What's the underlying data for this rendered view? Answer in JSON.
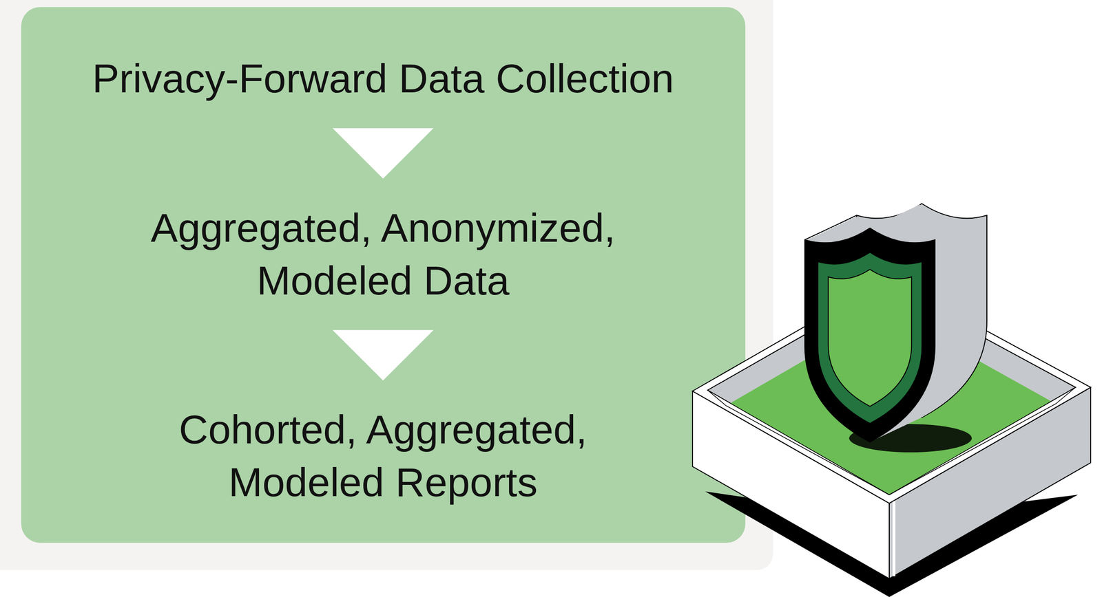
{
  "diagram": {
    "nodes": [
      {
        "text": [
          "Privacy-Forward Data Collection"
        ]
      },
      {
        "text": [
          "Aggregated, Anonymized, Modeled Data"
        ]
      },
      {
        "text": [
          "Cohorted, Aggregated, Modeled Reports"
        ]
      }
    ],
    "edges": [
      {
        "from": 0,
        "to": 1,
        "arrow": "to"
      },
      {
        "from": 1,
        "to": 2,
        "arrow": "to"
      }
    ]
  }
}
